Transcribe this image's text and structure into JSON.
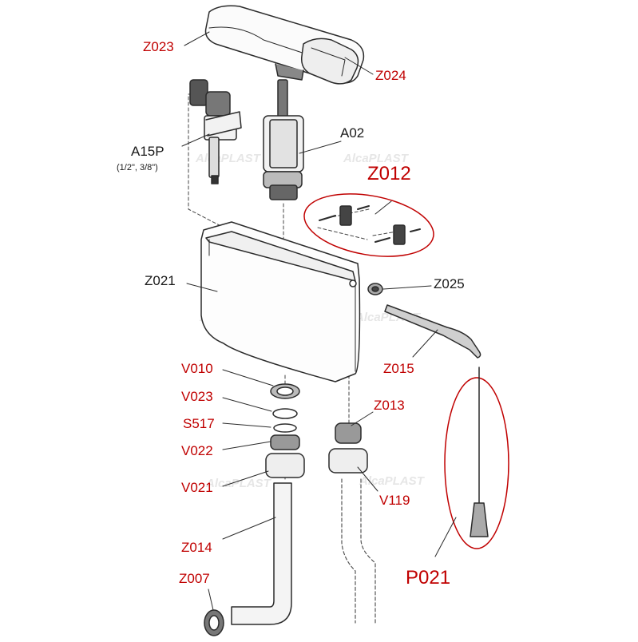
{
  "colors": {
    "red_label": "#c00000",
    "black_label": "#1a1a1a",
    "outline": "#2b2b2b",
    "watermark": "#e6e6e6"
  },
  "watermark": "AlcaPLAST",
  "parts": {
    "z023": "Z023",
    "z024": "Z024",
    "a15p": "A15P",
    "a15p_sizes": "(1/2\", 3/8\")",
    "a02": "A02",
    "z012": "Z012",
    "z021": "Z021",
    "z025": "Z025",
    "z015": "Z015",
    "v010": "V010",
    "v023": "V023",
    "s517": "S517",
    "v022": "V022",
    "v021": "V021",
    "z013": "Z013",
    "v119": "V119",
    "z014": "Z014",
    "z007": "Z007",
    "p021": "P021"
  }
}
